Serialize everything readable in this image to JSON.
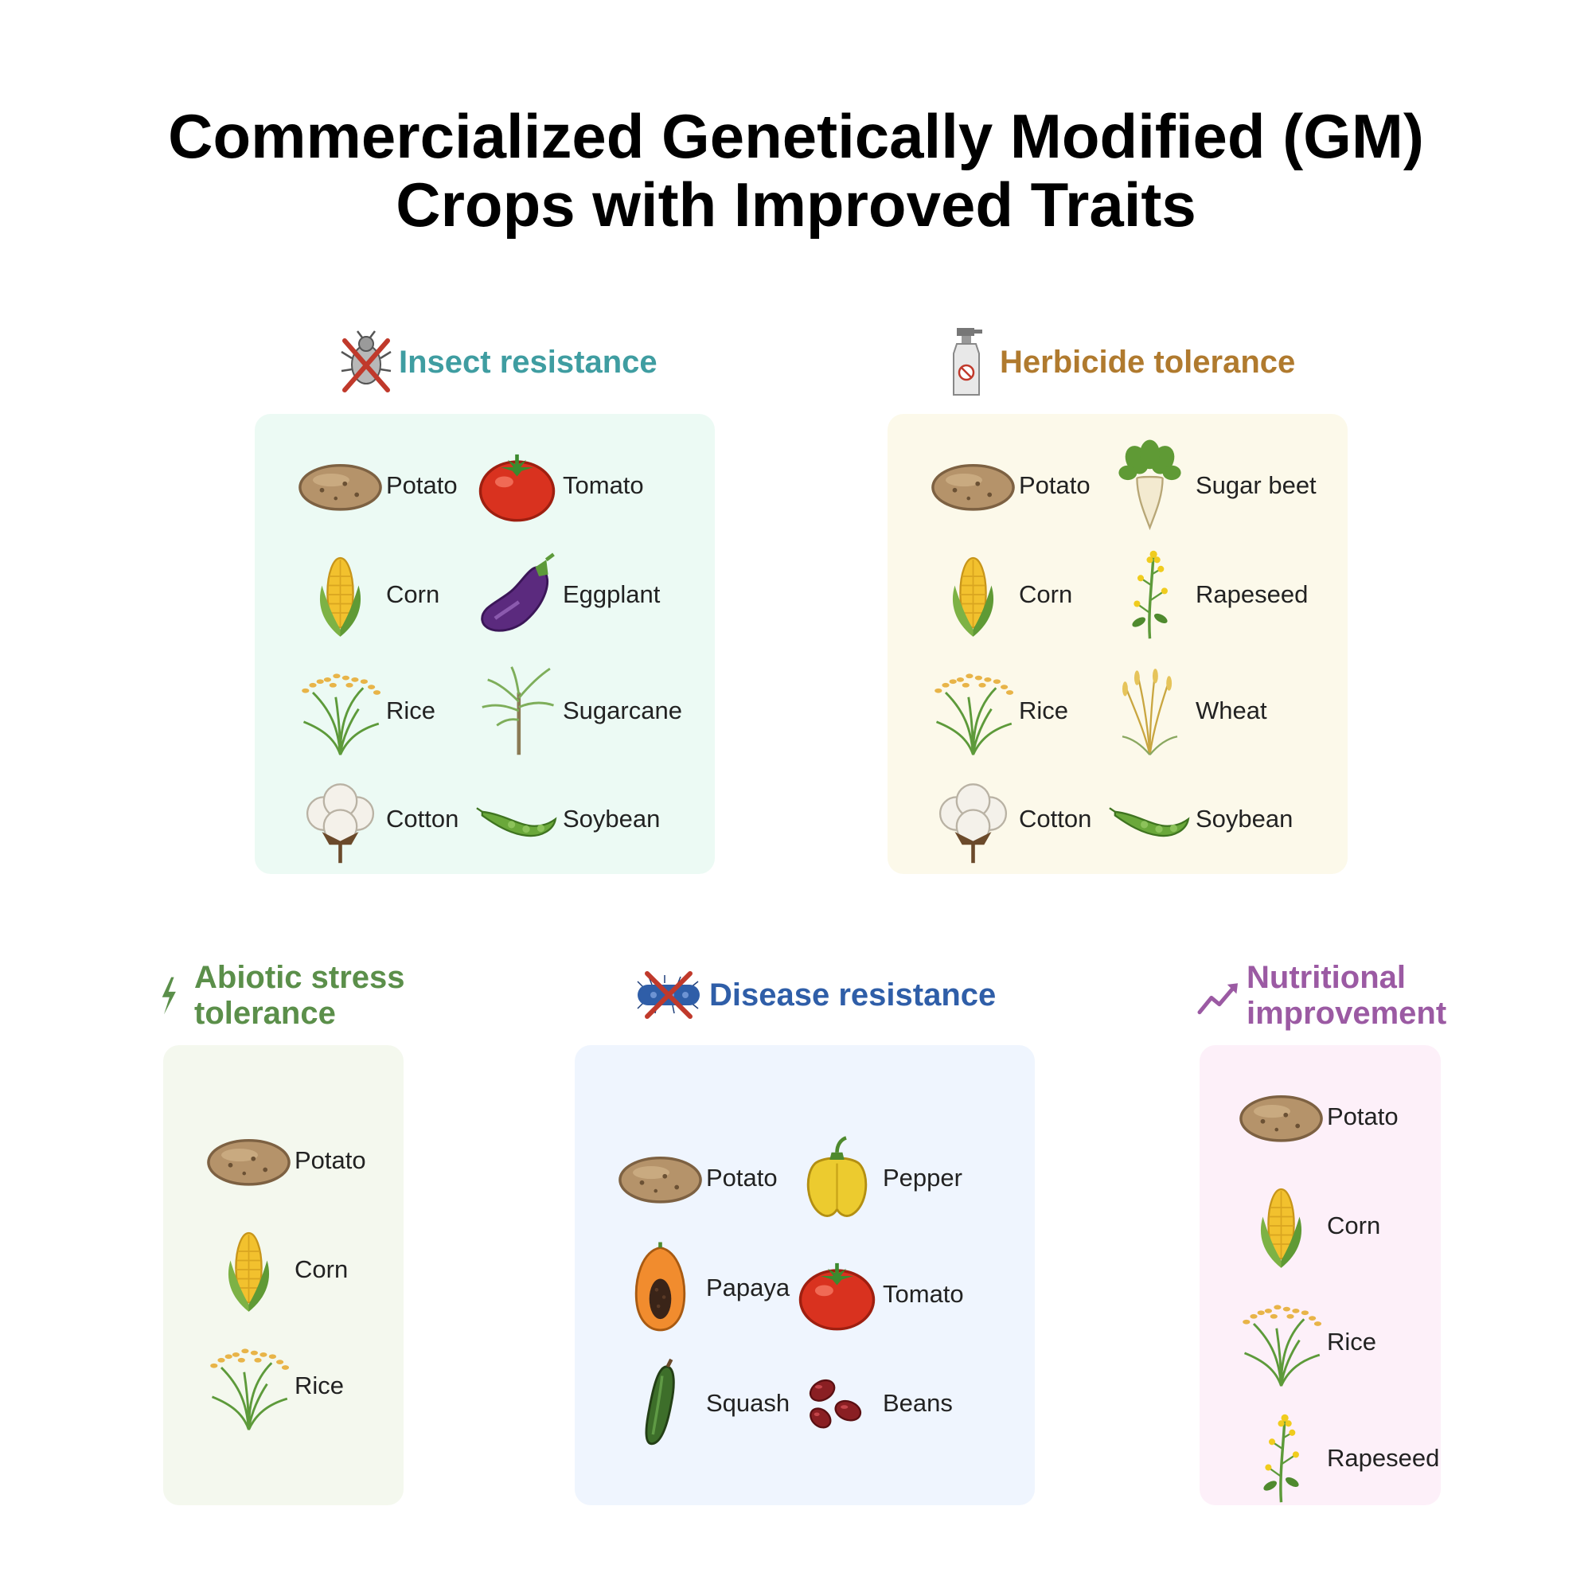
{
  "title": {
    "line1": "Commercialized Genetically Modified (GM)",
    "line2": "Crops with Improved Traits"
  },
  "colors": {
    "insect": "#3f9da1",
    "herbicide": "#b07a2e",
    "abiotic": "#5b8f4a",
    "disease": "#2f5ea8",
    "nutrition": "#9b5aa3",
    "insect_bg": "#ecfaf4",
    "herbicide_bg": "#fcf9ea",
    "abiotic_bg": "#f4f8ee",
    "disease_bg": "#eff5fe",
    "nutrition_bg": "#fdf0f9"
  },
  "sections": {
    "insect": {
      "heading": "Insect resistance",
      "icon": "crossed-bug-icon",
      "items": [
        "Potato",
        "Tomato",
        "Corn",
        "Eggplant",
        "Rice",
        "Sugarcane",
        "Cotton",
        "Soybean"
      ]
    },
    "herbicide": {
      "heading": "Herbicide tolerance",
      "icon": "spray-bottle-icon",
      "items": [
        "Potato",
        "Sugar beet",
        "Corn",
        "Rapeseed",
        "Rice",
        "Wheat",
        "Cotton",
        "Soybean"
      ]
    },
    "abiotic": {
      "heading_line1": "Abiotic stress",
      "heading_line2": "tolerance",
      "icon": "lightning-icon",
      "items": [
        "Potato",
        "Corn",
        "Rice"
      ]
    },
    "disease": {
      "heading": "Disease resistance",
      "icon": "crossed-bacterium-icon",
      "items": [
        "Potato",
        "Pepper",
        "Papaya",
        "Tomato",
        "Squash",
        "Beans"
      ]
    },
    "nutrition": {
      "heading_line1": "Nutritional",
      "heading_line2": "improvement",
      "icon": "trend-up-icon",
      "items": [
        "Potato",
        "Corn",
        "Rice",
        "Rapeseed"
      ]
    }
  }
}
